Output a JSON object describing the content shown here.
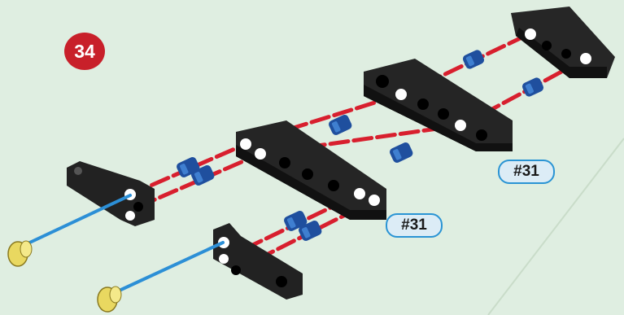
{
  "step": {
    "number": "34"
  },
  "references": [
    {
      "label": "#31"
    },
    {
      "label": "#31"
    }
  ],
  "colors": {
    "background": "#dfeee1",
    "badge": "#c8202a",
    "beam": "#1e1e1e",
    "axle_red": "#d81f2e",
    "axle_blue": "#2c8fd6",
    "connector": "#1f4f9e",
    "peg": "#f0e060",
    "tag_border": "#2a94d4"
  },
  "parts": {
    "beams": 5,
    "connectors": 8,
    "pegs": 2
  }
}
